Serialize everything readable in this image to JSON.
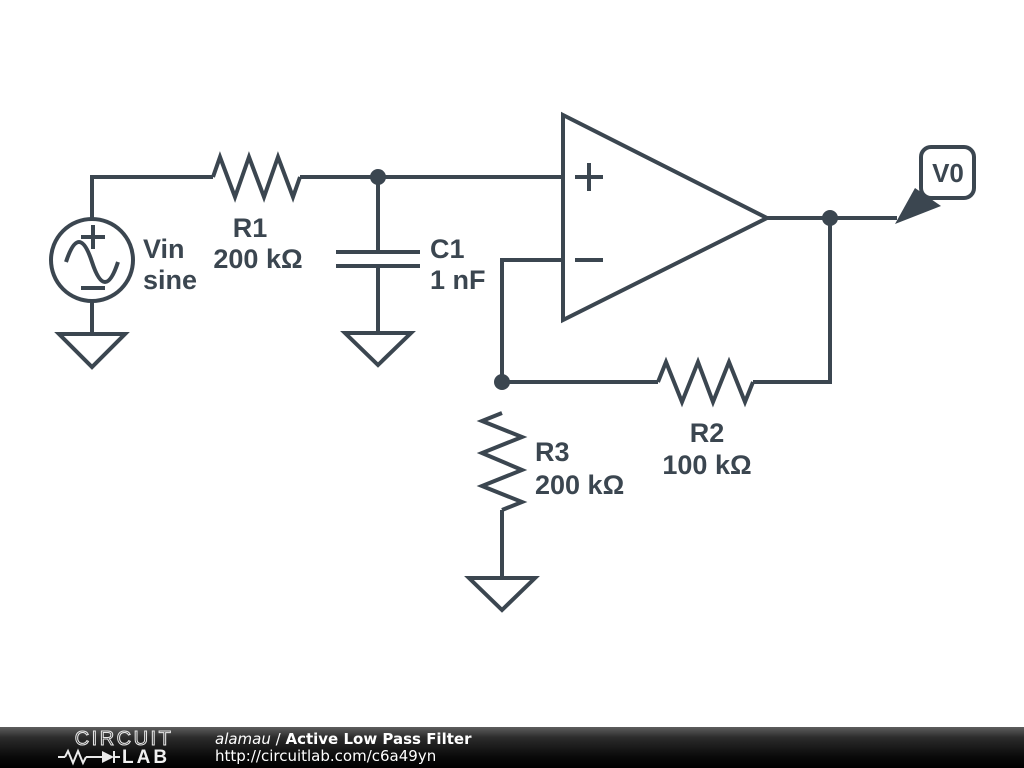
{
  "colors": {
    "schematic_stroke": "#3b4650",
    "schematic_background": "#ffffff",
    "footer_background": "#000000",
    "footer_text": "#ffffff"
  },
  "schematic": {
    "source": {
      "name": "Vin",
      "waveform": "sine"
    },
    "r1": {
      "name": "R1",
      "value": "200 kΩ"
    },
    "c1": {
      "name": "C1",
      "value": "1 nF"
    },
    "r2": {
      "name": "R2",
      "value": "100 kΩ"
    },
    "r3": {
      "name": "R3",
      "value": "200 kΩ"
    },
    "output_flag": {
      "label": "V0"
    }
  },
  "footer": {
    "logo_top": "CIRCUIT",
    "logo_bottom": "LAB",
    "author": "alamau",
    "separator": " / ",
    "title": "Active Low Pass Filter",
    "url": "http://circuitlab.com/c6a49yn"
  }
}
